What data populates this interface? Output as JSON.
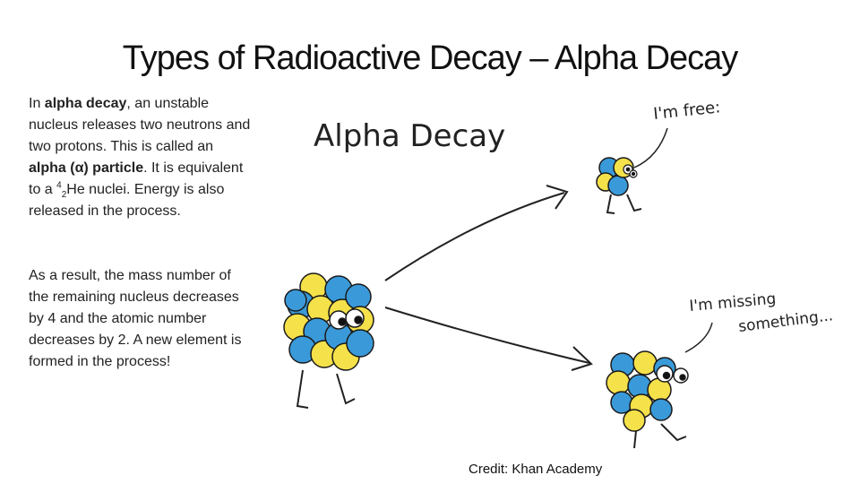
{
  "slide": {
    "title": "Types of Radioactive Decay – Alpha Decay",
    "para1": {
      "t1": "In ",
      "b1": "alpha decay",
      "t2": ", an unstable nucleus releases two neutrons and two protons. This is called an ",
      "b2": "alpha (α) particle",
      "t3": ".  It is equivalent to a ",
      "sup": "4",
      "sub": "2",
      "t4": "He nuclei.  Energy is also released in the process."
    },
    "para2": "As a result, the mass number of the remaining nucleus decreases by 4 and the atomic number decreases by 2.  A new element is formed in the process!",
    "credit": "Credit:  Khan Academy"
  },
  "drawing": {
    "heading": "Alpha  Decay",
    "speech_free": "I'm free:",
    "speech_missing_1": "I'm  missing",
    "speech_missing_2": "something...",
    "colors": {
      "proton": "#f5e14a",
      "neutron": "#3a9ad9",
      "outline": "#1a1a1a"
    }
  }
}
